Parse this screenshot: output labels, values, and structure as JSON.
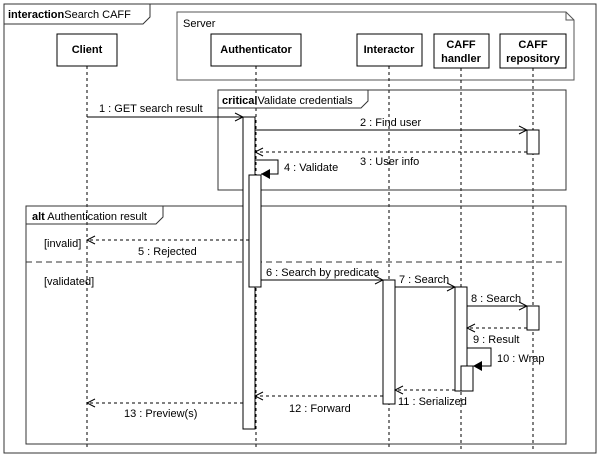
{
  "frame": {
    "keyword": "interaction",
    "name": "Search CAFF"
  },
  "server_box": {
    "label": "Server"
  },
  "lifelines": {
    "client": {
      "label": "Client"
    },
    "authenticator": {
      "label": "Authenticator"
    },
    "interactor": {
      "label": "Interactor"
    },
    "handler": {
      "line1": "CAFF",
      "line2": "handler"
    },
    "repository": {
      "line1": "CAFF",
      "line2": "repository"
    }
  },
  "fragments": {
    "critical": {
      "keyword": "critical",
      "name": "Validate credentials"
    },
    "alt": {
      "keyword": "alt",
      "name": "Authentication result",
      "guard_invalid": "[invalid]",
      "guard_validated": "[validated]"
    }
  },
  "messages": [
    "1 : GET search result",
    "2 : Find user",
    "3 : User info",
    "4 : Validate",
    "5 : Rejected",
    "6 : Search by predicate",
    "7 : Search",
    "8 : Search",
    "9 : Result",
    "10 : Wrap",
    "11 : Serialized",
    "12 : Forward",
    "13 : Preview(s)"
  ]
}
